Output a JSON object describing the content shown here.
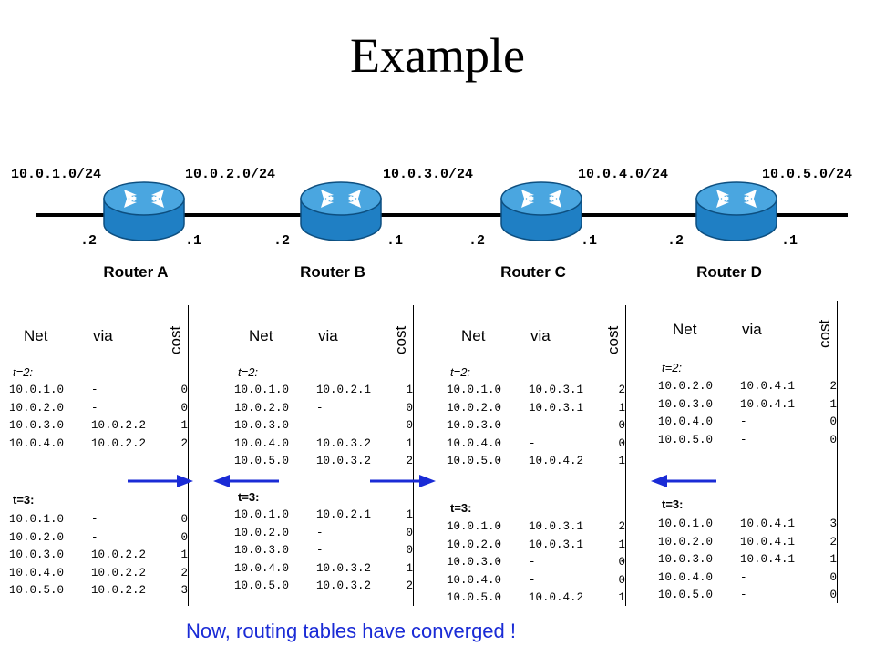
{
  "title": "Example",
  "networks": [
    "10.0.1.0/24",
    "10.0.2.0/24",
    "10.0.3.0/24",
    "10.0.4.0/24",
    "10.0.5.0/24"
  ],
  "routers": [
    {
      "name": "Router A",
      "left_if": ".2",
      "right_if": ".1"
    },
    {
      "name": "Router B",
      "left_if": ".2",
      "right_if": ".1"
    },
    {
      "name": "Router C",
      "left_if": ".2",
      "right_if": ".1"
    },
    {
      "name": "Router D",
      "left_if": ".2",
      "right_if": ".1"
    }
  ],
  "table_headers": {
    "net": "Net",
    "via": "via",
    "cost": "cost"
  },
  "tables": [
    {
      "t2_label": "t=2:",
      "t2": [
        {
          "net": "10.0.1.0",
          "via": "-",
          "cost": "0"
        },
        {
          "net": "10.0.2.0",
          "via": "-",
          "cost": "0"
        },
        {
          "net": "10.0.3.0",
          "via": "10.0.2.2",
          "cost": "1"
        },
        {
          "net": "10.0.4.0",
          "via": "10.0.2.2",
          "cost": "2"
        }
      ],
      "t3_label": "t=3:",
      "t3": [
        {
          "net": "10.0.1.0",
          "via": "-",
          "cost": "0"
        },
        {
          "net": "10.0.2.0",
          "via": "-",
          "cost": "0"
        },
        {
          "net": "10.0.3.0",
          "via": "10.0.2.2",
          "cost": "1"
        },
        {
          "net": "10.0.4.0",
          "via": "10.0.2.2",
          "cost": "2"
        },
        {
          "net": "10.0.5.0",
          "via": "10.0.2.2",
          "cost": "3"
        }
      ]
    },
    {
      "t2_label": "t=2:",
      "t2": [
        {
          "net": "10.0.1.0",
          "via": "10.0.2.1",
          "cost": "1"
        },
        {
          "net": "10.0.2.0",
          "via": "-",
          "cost": "0"
        },
        {
          "net": "10.0.3.0",
          "via": "-",
          "cost": "0"
        },
        {
          "net": "10.0.4.0",
          "via": "10.0.3.2",
          "cost": "1"
        },
        {
          "net": "10.0.5.0",
          "via": "10.0.3.2",
          "cost": "2"
        }
      ],
      "t3_label": "t=3:",
      "t3": [
        {
          "net": "10.0.1.0",
          "via": "10.0.2.1",
          "cost": "1"
        },
        {
          "net": "10.0.2.0",
          "via": "-",
          "cost": "0"
        },
        {
          "net": "10.0.3.0",
          "via": "-",
          "cost": "0"
        },
        {
          "net": "10.0.4.0",
          "via": "10.0.3.2",
          "cost": "1"
        },
        {
          "net": "10.0.5.0",
          "via": "10.0.3.2",
          "cost": "2"
        }
      ]
    },
    {
      "t2_label": "t=2:",
      "t2": [
        {
          "net": "10.0.1.0",
          "via": "10.0.3.1",
          "cost": "2"
        },
        {
          "net": "10.0.2.0",
          "via": "10.0.3.1",
          "cost": "1"
        },
        {
          "net": "10.0.3.0",
          "via": "-",
          "cost": "0"
        },
        {
          "net": "10.0.4.0",
          "via": "-",
          "cost": "0"
        },
        {
          "net": "10.0.5.0",
          "via": "10.0.4.2",
          "cost": "1"
        }
      ],
      "t3_label": "t=3:",
      "t3": [
        {
          "net": "10.0.1.0",
          "via": "10.0.3.1",
          "cost": "2"
        },
        {
          "net": "10.0.2.0",
          "via": "10.0.3.1",
          "cost": "1"
        },
        {
          "net": "10.0.3.0",
          "via": "-",
          "cost": "0"
        },
        {
          "net": "10.0.4.0",
          "via": "-",
          "cost": "0"
        },
        {
          "net": "10.0.5.0",
          "via": "10.0.4.2",
          "cost": "1"
        }
      ]
    },
    {
      "t2_label": "t=2:",
      "t2": [
        {
          "net": "10.0.2.0",
          "via": "10.0.4.1",
          "cost": "2"
        },
        {
          "net": "10.0.3.0",
          "via": "10.0.4.1",
          "cost": "1"
        },
        {
          "net": "10.0.4.0",
          "via": "-",
          "cost": "0"
        },
        {
          "net": "10.0.5.0",
          "via": "-",
          "cost": "0"
        }
      ],
      "t3_label": "t=3:",
      "t3": [
        {
          "net": "10.0.1.0",
          "via": "10.0.4.1",
          "cost": "3"
        },
        {
          "net": "10.0.2.0",
          "via": "10.0.4.1",
          "cost": "2"
        },
        {
          "net": "10.0.3.0",
          "via": "10.0.4.1",
          "cost": "1"
        },
        {
          "net": "10.0.4.0",
          "via": "-",
          "cost": "0"
        },
        {
          "net": "10.0.5.0",
          "via": "-",
          "cost": "0"
        }
      ]
    }
  ],
  "footer": "Now, routing tables have converged !",
  "colors": {
    "router_body": "#1f7fc4",
    "router_top": "#4aa6e0",
    "arrow": "#1a2bd6",
    "footer": "#1a2bd6"
  },
  "icons": {
    "router": "router-icon",
    "arrow": "arrow-left-icon"
  }
}
